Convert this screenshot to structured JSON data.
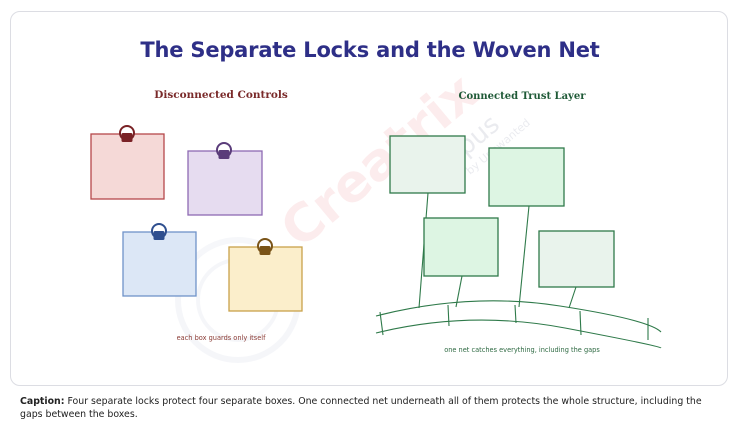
{
  "title": "The Separate Locks and the Woven Net",
  "left_panel": {
    "heading": "Disconnected Controls",
    "note": "each box guards only itself",
    "boxes": [
      {
        "fill": "#f5d9d7",
        "stroke": "#b5484a",
        "lock": "#7a2226"
      },
      {
        "fill": "#e6dcf0",
        "stroke": "#8e6ab3",
        "lock": "#5a3c7a"
      },
      {
        "fill": "#dce7f6",
        "stroke": "#6f93c9",
        "lock": "#2f4f8f"
      },
      {
        "fill": "#fbeecb",
        "stroke": "#c9a24a",
        "lock": "#7a5418"
      }
    ]
  },
  "right_panel": {
    "heading": "Connected Trust Layer",
    "note": "one net catches everything, including the gaps",
    "box_fill_a": "#e9f3ec",
    "box_fill_b": "#ddf5e3",
    "stroke": "#2f7a4a"
  },
  "watermark": {
    "brand": "Creatrix",
    "line2": "Campus",
    "line3": "by Unowanted"
  },
  "caption": {
    "label": "Caption:",
    "text": " Four separate locks protect four separate boxes. One connected net underneath all of them protects the whole structure, including the gaps between the boxes."
  }
}
